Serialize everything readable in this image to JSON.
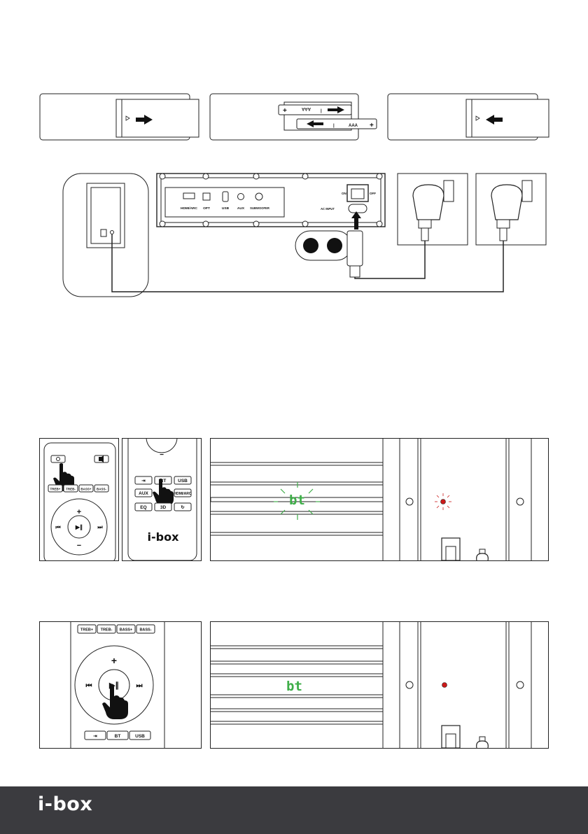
{
  "battery_steps": {
    "battery_label_top": "AAA",
    "battery_label_bottom": "AAA",
    "plus_sign": "+",
    "minus_sign": "|"
  },
  "soundbar_back": {
    "ports": [
      "HDMI/ARC",
      "OPT",
      "USB",
      "AUX",
      "SUBWOOFER"
    ],
    "switch_on": "ON",
    "switch_off": "OFF",
    "power_label": "AC INPUT"
  },
  "remote": {
    "buttons_row1": [
      "TREB+",
      "TREB-",
      "BASS+",
      "BASS-"
    ],
    "source_row": [
      "⇥",
      "BT",
      "USB"
    ],
    "aux_row": [
      "AUX",
      "HDMI/ARC"
    ],
    "eq_row": [
      "EQ",
      "3D",
      "↻"
    ],
    "plus": "+",
    "minus": "−",
    "prev": "⏮",
    "playpause": "▶∥",
    "next": "⏭",
    "brand": "i-box"
  },
  "display": {
    "mode_text": "bt",
    "mode_color": "#3fae49",
    "led_color": "#cc1a1a"
  },
  "footer": {
    "brand": "i-box",
    "background": "#3b3b3f"
  }
}
